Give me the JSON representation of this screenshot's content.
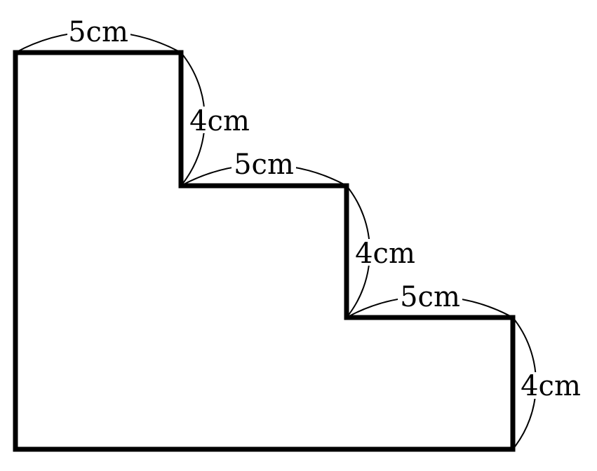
{
  "diagram": {
    "labels": {
      "top_1": "5cm",
      "side_1": "4cm",
      "top_2": "5cm",
      "side_2": "4cm",
      "top_3": "5cm",
      "side_3": "4cm"
    },
    "stroke_color": "#000000"
  }
}
